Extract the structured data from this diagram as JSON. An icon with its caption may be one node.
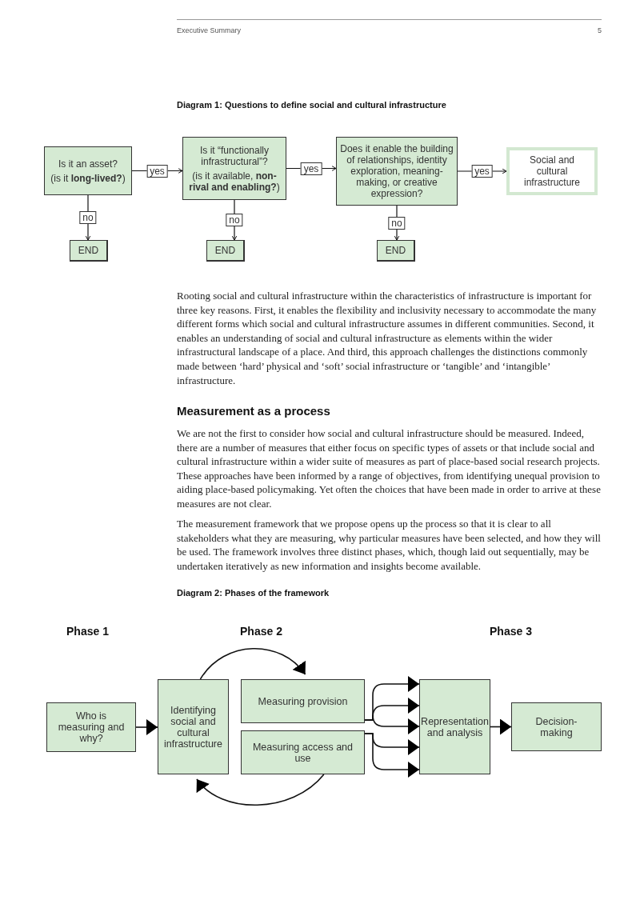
{
  "diagram": {
    "nodes": [
      {
        "text": [
          "Is it an asset?",
          "(is it **long-lived?**)"
        ]
      },
      {
        "text": [
          "Is it “functionally infrastructural”?",
          "(is it available, **non-rival and enabling?**)"
        ]
      },
      {
        "text": [
          "Does it enable the building of relationships, identity exploration, meaning-making, or creative expression?"
        ]
      },
      {
        "text": [
          "Social and cultural infrastructure"
        ]
      },
      {
        "text": [
          "END"
        ]
      },
      {
        "text": [
          "END"
        ]
      },
      {
        "text": [
          "END"
        ]
      },
      {
        "text": [
          "Who is measuring and why?"
        ]
      },
      {
        "text": [
          "Identifying social and cultural infrastructure"
        ]
      },
      {
        "text": [
          "Measuring provision"
        ]
      },
      {
        "text": [
          "Measuring access and use"
        ]
      },
      {
        "text": [
          "Representation and analysis"
        ]
      },
      {
        "text": [
          "Decision-making"
        ]
      }
    ],
    "edges": [
      {
        "from": 0,
        "to": 1,
        "arrow": "to",
        "label": "yes"
      },
      {
        "from": 1,
        "to": 2,
        "arrow": "to",
        "label": "yes"
      },
      {
        "from": 2,
        "to": 3,
        "arrow": "to",
        "label": "yes"
      },
      {
        "from": 0,
        "to": 4,
        "arrow": "to",
        "label": "no"
      },
      {
        "from": 1,
        "to": 5,
        "arrow": "to",
        "label": "no"
      },
      {
        "from": 2,
        "to": 6,
        "arrow": "to",
        "label": "no"
      },
      {
        "from": 7,
        "to": 8,
        "arrow": "to"
      },
      {
        "from": 8,
        "to": 9,
        "arrow": "to"
      },
      {
        "from": 10,
        "to": 8,
        "arrow": "to"
      },
      {
        "from": 9,
        "to": 11,
        "arrow": "to"
      },
      {
        "from": 9,
        "to": 11,
        "arrow": "to"
      },
      {
        "from": 9,
        "to": 11,
        "arrow": "to"
      },
      {
        "from": 10,
        "to": 11,
        "arrow": "to"
      },
      {
        "from": 10,
        "to": 11,
        "arrow": "to"
      },
      {
        "from": 11,
        "to": 12,
        "arrow": "to"
      }
    ],
    "labels": [
      "Executive Summary",
      "5",
      "Diagram 1: Questions to define social and cultural infrastructure",
      "Rooting social and cultural infrastructure within the characteristics of infrastructure is important for three key reasons. First, it enables the flexibility and inclusivity necessary to accommodate the many different forms which social and cultural infrastructure assumes in different communities. Second, it enables an understanding of social and cultural infrastructure as elements within the wider infrastructural landscape of a place. And third, this approach challenges the distinctions commonly made between ‘hard’ physical and ‘soft’ social infrastructure or ‘tangible’ and ‘intangible’ infrastructure.",
      "Measurement as a process",
      "We are not the first to consider how social and cultural infrastructure should be measured. Indeed, there are a number of measures that either focus on specific types of assets or that include social and cultural infrastructure within a wider suite of measures as part of place-based social research projects. These approaches have been informed by a range of objectives, from identifying unequal provision to aiding place-based policymaking. Yet often the choices that have been made in order to arrive at these measures are not clear.",
      "The measurement framework that we propose opens up the process so that it is clear to all stakeholders what they are measuring, why particular measures have been selected, and how they will be used. The framework involves three distinct phases, which, though laid out sequentially, may be undertaken iteratively as new information and insights become available.",
      "Diagram 2: Phases of the framework",
      "Phase 1",
      "Phase 2",
      "Phase 3"
    ]
  }
}
